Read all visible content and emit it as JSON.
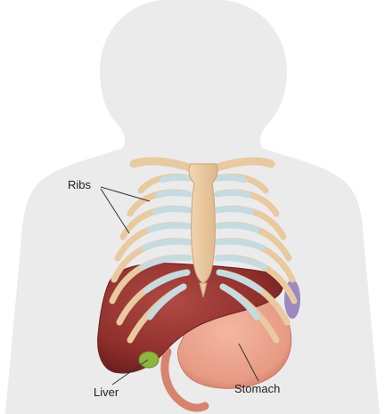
{
  "labels": {
    "ribs": "Ribs",
    "liver": "Liver",
    "stomach": "Stomach"
  },
  "colors": {
    "silhouette": "#ebebeb",
    "bone": "#e9c9a0",
    "bone_outline": "#c9a27a",
    "cartilage": "#c6dbe0",
    "liver": "#8e2f2c",
    "liver_dark": "#6e1f1e",
    "stomach": "#e79a84",
    "stomach_dark": "#cc7561",
    "gallbladder": "#8fb53f",
    "spleen": "#8d78b8",
    "leader_line": "#333333"
  }
}
